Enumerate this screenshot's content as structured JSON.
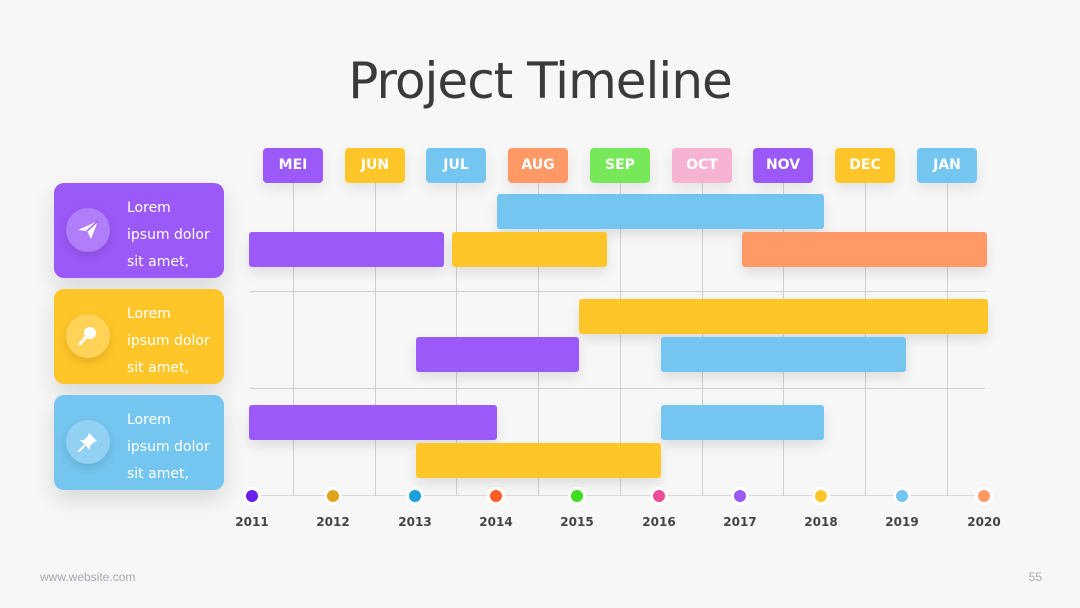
{
  "title": "Project Timeline",
  "months": [
    {
      "label": "MEI",
      "color": "#9b59f7"
    },
    {
      "label": "JUN",
      "color": "#ffc629"
    },
    {
      "label": "JUL",
      "color": "#74c5f0"
    },
    {
      "label": "AUG",
      "color": "#ff9966"
    },
    {
      "label": "SEP",
      "color": "#77e85a"
    },
    {
      "label": "OCT",
      "color": "#f7b3d2"
    },
    {
      "label": "NOV",
      "color": "#9b59f7"
    },
    {
      "label": "DEC",
      "color": "#ffc629"
    },
    {
      "label": "JAN",
      "color": "#74c5f0"
    }
  ],
  "years": [
    {
      "label": "2011",
      "color": "#6a1ff2"
    },
    {
      "label": "2012",
      "color": "#e0a21a"
    },
    {
      "label": "2013",
      "color": "#1a9ee0"
    },
    {
      "label": "2014",
      "color": "#ff5a1f"
    },
    {
      "label": "2015",
      "color": "#3fdc20"
    },
    {
      "label": "2016",
      "color": "#ec4b98"
    },
    {
      "label": "2017",
      "color": "#9b59f7"
    },
    {
      "label": "2018",
      "color": "#ffc629"
    },
    {
      "label": "2019",
      "color": "#74c5f0"
    },
    {
      "label": "2020",
      "color": "#ff9966"
    }
  ],
  "categories": [
    {
      "text_line1": "Lorem",
      "text_line2": "ipsum dolor",
      "text_line3": "sit amet,",
      "icon": "paper-plane-icon",
      "color": "#9b59f7"
    },
    {
      "text_line1": "Lorem",
      "text_line2": "ipsum dolor",
      "text_line3": "sit amet,",
      "icon": "magnifier-icon",
      "color": "#ffc629"
    },
    {
      "text_line1": "Lorem",
      "text_line2": "ipsum dolor",
      "text_line3": "sit amet,",
      "icon": "push-pin-icon",
      "color": "#74c5f0"
    }
  ],
  "tasks": [
    {
      "row": 0,
      "lane": 0,
      "start": 2.5,
      "end": 6.5,
      "color": "#74c5f0"
    },
    {
      "row": 0,
      "lane": 1,
      "start": 0,
      "end": 1.85,
      "color": "#9b59f7"
    },
    {
      "row": 0,
      "lane": 1,
      "start": 1.95,
      "end": 3.85,
      "color": "#ffc629"
    },
    {
      "row": 0,
      "lane": 1,
      "start": 5.5,
      "end": 8.5,
      "color": "#ff9966"
    },
    {
      "row": 1,
      "lane": 0,
      "start": 3.5,
      "end": 8.5,
      "color": "#ffc629"
    },
    {
      "row": 1,
      "lane": 1,
      "start": 1.5,
      "end": 3.5,
      "color": "#9b59f7"
    },
    {
      "row": 1,
      "lane": 1,
      "start": 4.5,
      "end": 7.5,
      "color": "#74c5f0"
    },
    {
      "row": 2,
      "lane": 0,
      "start": 0,
      "end": 2.5,
      "color": "#9b59f7"
    },
    {
      "row": 2,
      "lane": 0,
      "start": 4.5,
      "end": 6.5,
      "color": "#74c5f0"
    },
    {
      "row": 2,
      "lane": 1,
      "start": 1.5,
      "end": 4.5,
      "color": "#ffc629"
    }
  ],
  "footer": {
    "website": "www.website.com",
    "page_number": "55"
  }
}
